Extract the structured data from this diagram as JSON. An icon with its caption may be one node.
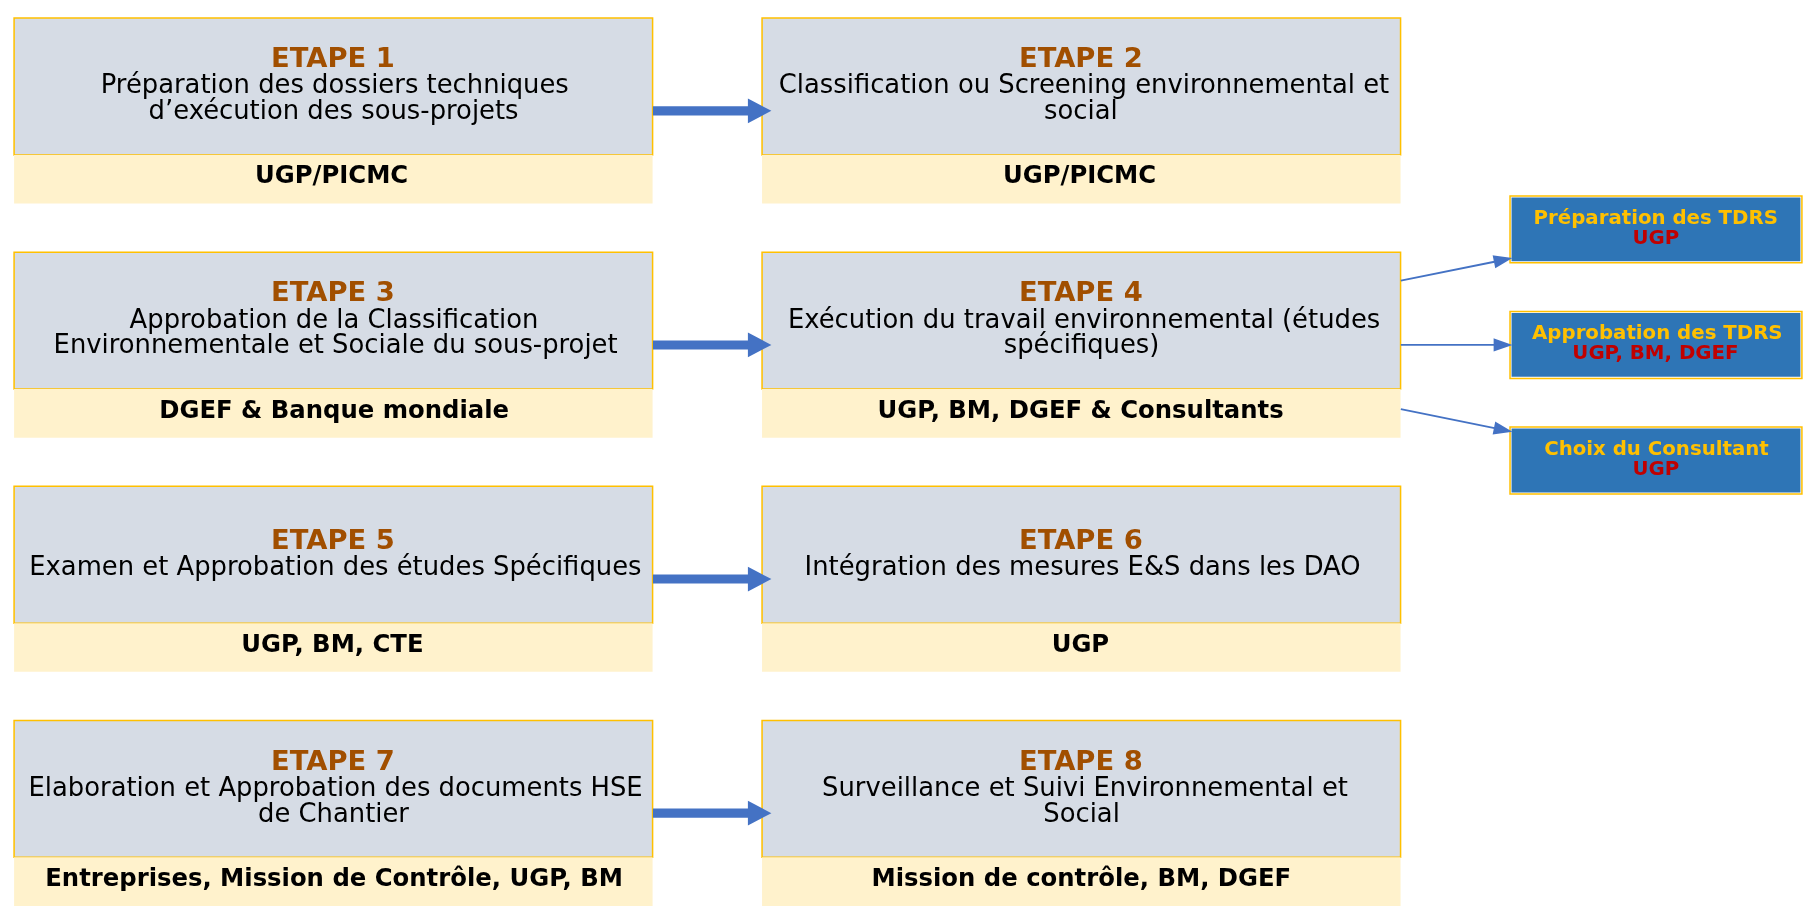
{
  "diagram": {
    "nodes": [
      {
        "text": [
          "ETAPE 1",
          "Préparation des dossiers techniques d’exécution des sous-projets",
          "UGP/PICMC"
        ]
      },
      {
        "text": [
          "ETAPE 2",
          "Classification ou Screening environnemental et social",
          "UGP/PICMC"
        ]
      },
      {
        "text": [
          "ETAPE 3",
          "Approbation de la Classification Environnementale et Sociale du sous-projet",
          "DGEF & Banque mondiale"
        ]
      },
      {
        "text": [
          "ETAPE 4",
          "Exécution du travail environnemental (études spécifiques)",
          "UGP, BM, DGEF & Consultants"
        ]
      },
      {
        "text": [
          "Préparation des TDRS",
          "UGP"
        ]
      },
      {
        "text": [
          "Approbation des TDRS",
          "UGP, BM, DGEF"
        ]
      },
      {
        "text": [
          "Choix du Consultant",
          "UGP"
        ]
      },
      {
        "text": [
          "ETAPE 5",
          "Examen et Approbation des études Spécifiques",
          "UGP, BM, CTE"
        ]
      },
      {
        "text": [
          "ETAPE 6",
          "Intégration des mesures E&S dans les DAO",
          "UGP"
        ]
      },
      {
        "text": [
          "ETAPE 7",
          "Elaboration et Approbation des documents HSE de Chantier",
          "Entreprises, Mission de Contrôle, UGP, BM"
        ]
      },
      {
        "text": [
          "ETAPE 8",
          "Surveillance et Suivi Environnemental et Social",
          "Mission de contrôle, BM, DGEF"
        ]
      }
    ],
    "edges": [
      {
        "from": 0,
        "to": 1,
        "arrow": "to"
      },
      {
        "from": 2,
        "to": 3,
        "arrow": "to"
      },
      {
        "from": 3,
        "to": 4,
        "arrow": "to"
      },
      {
        "from": 3,
        "to": 5,
        "arrow": "to"
      },
      {
        "from": 3,
        "to": 6,
        "arrow": "to"
      },
      {
        "from": 7,
        "to": 8,
        "arrow": "to"
      },
      {
        "from": 9,
        "to": 10,
        "arrow": "to"
      }
    ]
  }
}
